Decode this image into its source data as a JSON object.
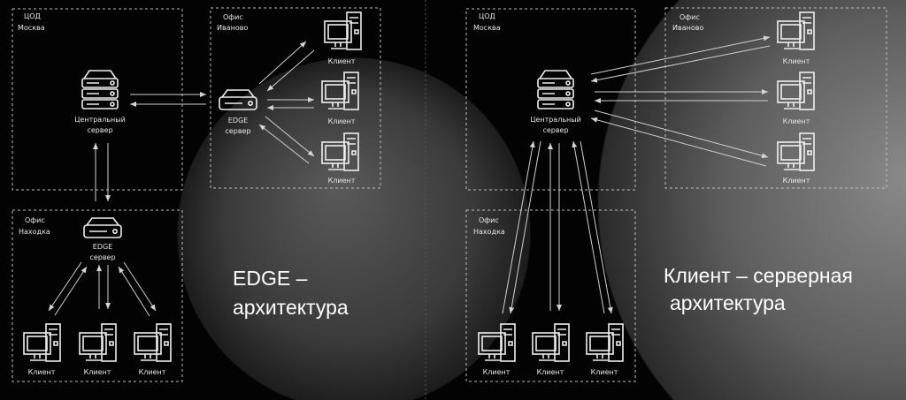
{
  "left": {
    "datacenter": {
      "line1": "ЦОД",
      "line2": "Москва"
    },
    "central_server": {
      "line1": "Центральный",
      "line2": "сервер"
    },
    "office_ivanovo": {
      "line1": "Офис",
      "line2": "Иваново"
    },
    "office_nakhodka": {
      "line1": "Офис",
      "line2": "Находка"
    },
    "edge_server": {
      "line1": "EDGE",
      "line2": "сервер"
    },
    "client_label": "Клиент",
    "title_line1": "EDGE –",
    "title_line2": "архитектура"
  },
  "right": {
    "datacenter": {
      "line1": "ЦОД",
      "line2": "Москва"
    },
    "central_server": {
      "line1": "Центральный",
      "line2": "сервер"
    },
    "office_ivanovo": {
      "line1": "Офис",
      "line2": "Иваново"
    },
    "office_nakhodka": {
      "line1": "Офис",
      "line2": "Находка"
    },
    "client_label": "Клиент",
    "title_line1": "Клиент – серверная",
    "title_line2": "архитектура"
  },
  "colors": {
    "background": "#030303",
    "line": "#cfcfcf",
    "text": "#ffffff"
  }
}
